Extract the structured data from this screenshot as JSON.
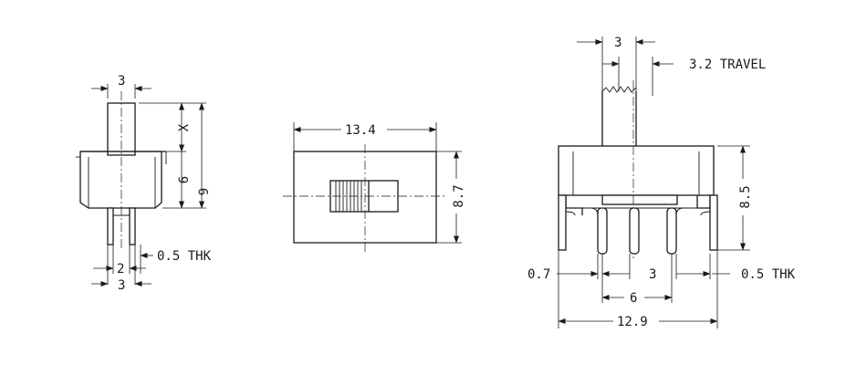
{
  "side_view": {
    "actuator_width": "3",
    "actuator_travel": "X",
    "body_height": "6",
    "overall_height": "9",
    "terminal_thickness": "0.5 THK",
    "pin_spacing": "2",
    "pin_span": "3"
  },
  "top_view": {
    "length": "13.4",
    "width": "8.7"
  },
  "front_view": {
    "actuator_width": "3",
    "travel": "3.2 TRAVEL",
    "height": "8.5",
    "mount_thickness": "0.7",
    "pin_pitch": "3",
    "terminal_thickness": "0.5 THK",
    "pin_span": "6",
    "overall_length": "12.9"
  }
}
